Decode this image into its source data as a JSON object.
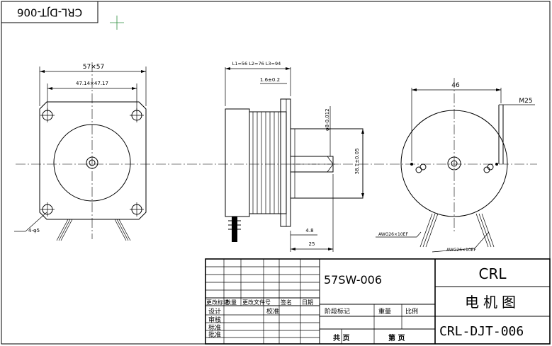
{
  "corner_label": "CRL-DJT-006",
  "front_view": {
    "dim_outer": "57×57",
    "dim_holes": "47.14×47.17",
    "hole_note": "4-φ5"
  },
  "side_view": {
    "dim_lengths": "L1=56 L2=76 L3=94",
    "dim_flange": "1.6±0.2",
    "dim_shaft": "φ8-0.012",
    "dim_pilot": "38.1±0.05",
    "dim_step": "4.8",
    "dim_shaft_len": "25"
  },
  "rear_view": {
    "dim_width": "46",
    "dim_thread": "M25",
    "wire_note_1": "AWG26×10EF",
    "wire_note_2": "AWG26×10EF"
  },
  "title_block": {
    "model": "57SW-006",
    "company": "CRL",
    "drawing_title": "电机图",
    "drawing_number": "CRL-DJT-006",
    "rev_headers": [
      "更改标记",
      "数量",
      "更改文件号",
      "签名",
      "日期"
    ],
    "row_labels": [
      "设计",
      "审核",
      "标准",
      "批准"
    ],
    "proofread": "校准",
    "stage_mark": "阶段标记",
    "weight": "重量",
    "scale": "比例",
    "total_sheets": "共 页",
    "sheet_no": "第 页"
  }
}
